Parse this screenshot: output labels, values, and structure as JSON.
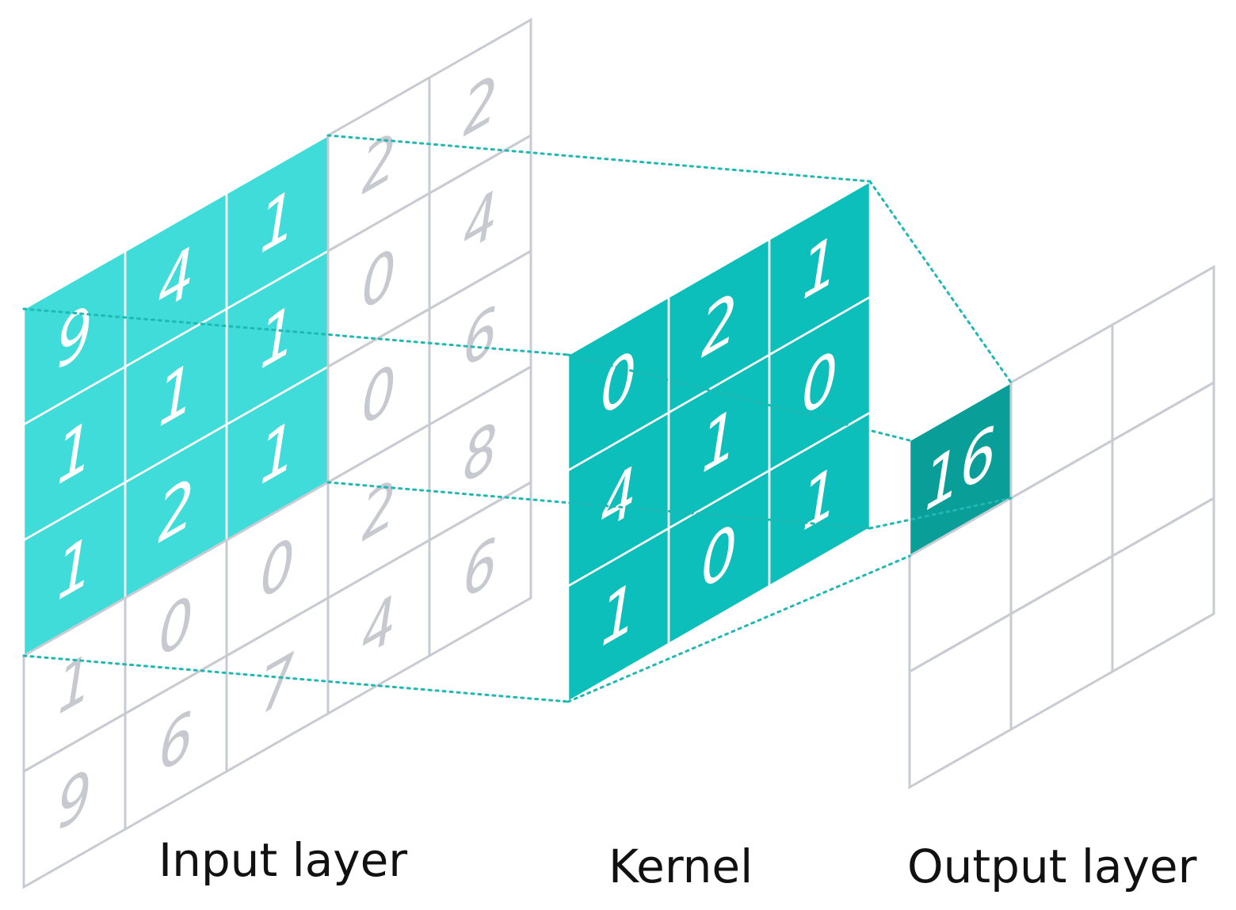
{
  "input_layer": {
    "label": "Input layer",
    "values": [
      [
        "9",
        "4",
        "1",
        "2",
        "2"
      ],
      [
        "1",
        "1",
        "1",
        "0",
        "4"
      ],
      [
        "1",
        "2",
        "1",
        "0",
        "6"
      ],
      [
        "1",
        "0",
        "0",
        "2",
        "8"
      ],
      [
        "9",
        "6",
        "7",
        "4",
        "6"
      ]
    ],
    "highlight_rows": 3,
    "highlight_cols": 3
  },
  "kernel": {
    "label": "Kernel",
    "values": [
      [
        "0",
        "2",
        "1"
      ],
      [
        "4",
        "1",
        "0"
      ],
      [
        "1",
        "0",
        "1"
      ]
    ]
  },
  "output_layer": {
    "label": "Output layer",
    "rows": 3,
    "cols": 3,
    "values": [
      [
        "16",
        "",
        ""
      ],
      [
        "",
        "",
        ""
      ],
      [
        "",
        "",
        ""
      ]
    ]
  },
  "colors": {
    "input_highlight": "#40dcd9",
    "kernel": "#0dbfbb",
    "output_highlight": "#0a9e99",
    "grid": "#c8cbd1",
    "grey_digits": "#c6c9cf",
    "connector": "#1fb8b3"
  }
}
